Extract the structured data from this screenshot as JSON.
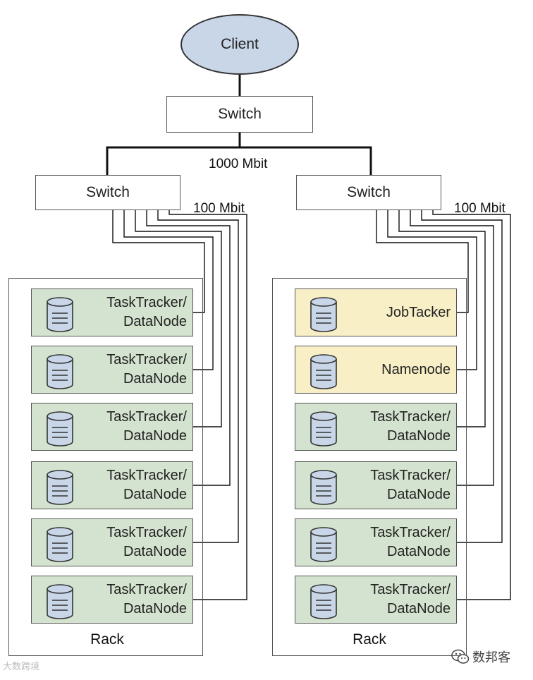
{
  "client": {
    "label": "Client"
  },
  "core_switch": {
    "label": "Switch"
  },
  "core_speed": "1000 Mbit",
  "racks": [
    {
      "switch_label": "Switch",
      "speed": "100 Mbit",
      "rack_label": "Rack",
      "nodes": [
        {
          "line1": "TaskTracker/",
          "line2": "DataNode",
          "role": "worker"
        },
        {
          "line1": "TaskTracker/",
          "line2": "DataNode",
          "role": "worker"
        },
        {
          "line1": "TaskTracker/",
          "line2": "DataNode",
          "role": "worker"
        },
        {
          "line1": "TaskTracker/",
          "line2": "DataNode",
          "role": "worker"
        },
        {
          "line1": "TaskTracker/",
          "line2": "DataNode",
          "role": "worker"
        },
        {
          "line1": "TaskTracker/",
          "line2": "DataNode",
          "role": "worker"
        }
      ]
    },
    {
      "switch_label": "Switch",
      "speed": "100 Mbit",
      "rack_label": "Rack",
      "nodes": [
        {
          "line1": "JobTacker",
          "line2": "",
          "role": "master"
        },
        {
          "line1": "Namenode",
          "line2": "",
          "role": "master"
        },
        {
          "line1": "TaskTracker/",
          "line2": "DataNode",
          "role": "worker"
        },
        {
          "line1": "TaskTracker/",
          "line2": "DataNode",
          "role": "worker"
        },
        {
          "line1": "TaskTracker/",
          "line2": "DataNode",
          "role": "worker"
        },
        {
          "line1": "TaskTracker/",
          "line2": "DataNode",
          "role": "worker"
        }
      ]
    }
  ],
  "watermarks": {
    "left": "大数跨境",
    "right": "数邦客"
  },
  "colors": {
    "client_fill": "#c8d6e8",
    "worker_fill": "#d4e3cf",
    "master_fill": "#f8efc6",
    "db_fill": "#c8d6e8",
    "line": "#111111"
  },
  "icons": {
    "node": "database-icon",
    "brand": "wechat-icon"
  }
}
